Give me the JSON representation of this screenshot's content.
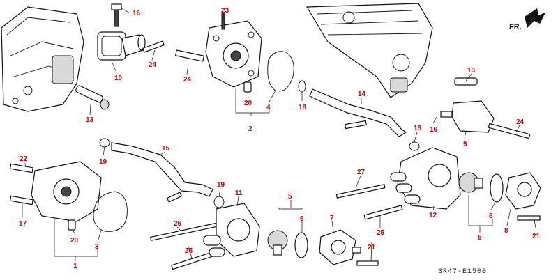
{
  "diagram": {
    "code": "SR47-E1500",
    "direction_label": "FR.",
    "callouts": [
      {
        "id": "c16a",
        "text": "16"
      },
      {
        "id": "c23",
        "text": "23"
      },
      {
        "id": "c10",
        "text": "10"
      },
      {
        "id": "c24a",
        "text": "24"
      },
      {
        "id": "c24b",
        "text": "24"
      },
      {
        "id": "c13a",
        "text": "13"
      },
      {
        "id": "c4",
        "text": "4"
      },
      {
        "id": "c20a",
        "text": "20"
      },
      {
        "id": "c2",
        "text": "2"
      },
      {
        "id": "c18a",
        "text": "18"
      },
      {
        "id": "c14",
        "text": "14"
      },
      {
        "id": "c13b",
        "text": "13"
      },
      {
        "id": "c16b",
        "text": "16"
      },
      {
        "id": "c24c",
        "text": "24"
      },
      {
        "id": "c9",
        "text": "9"
      },
      {
        "id": "c18b",
        "text": "18"
      },
      {
        "id": "c19a",
        "text": "19"
      },
      {
        "id": "c15",
        "text": "15"
      },
      {
        "id": "c22",
        "text": "22"
      },
      {
        "id": "c27",
        "text": "27"
      },
      {
        "id": "c19b",
        "text": "19"
      },
      {
        "id": "c11",
        "text": "11"
      },
      {
        "id": "c5a",
        "text": "5"
      },
      {
        "id": "c17",
        "text": "17"
      },
      {
        "id": "c26",
        "text": "26"
      },
      {
        "id": "c6a",
        "text": "6"
      },
      {
        "id": "c20b",
        "text": "20"
      },
      {
        "id": "c3",
        "text": "3"
      },
      {
        "id": "c7",
        "text": "7"
      },
      {
        "id": "c25a",
        "text": "25"
      },
      {
        "id": "c25b",
        "text": "25"
      },
      {
        "id": "c12",
        "text": "12"
      },
      {
        "id": "c6b",
        "text": "6"
      },
      {
        "id": "c8",
        "text": "8"
      },
      {
        "id": "c5b",
        "text": "5"
      },
      {
        "id": "c21a",
        "text": "21"
      },
      {
        "id": "c21b",
        "text": "21"
      },
      {
        "id": "c1",
        "text": "1"
      }
    ]
  }
}
